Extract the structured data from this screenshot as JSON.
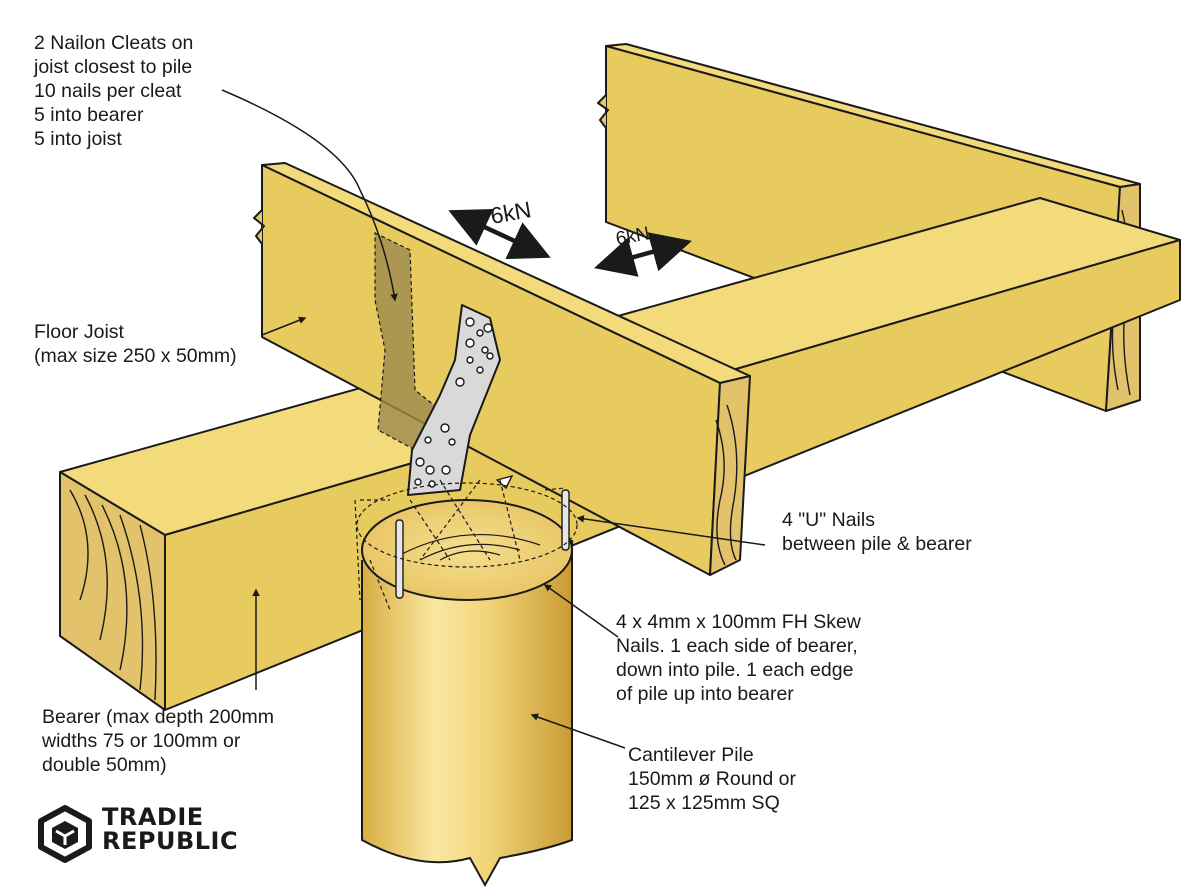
{
  "labels": {
    "cleats": [
      "2 Nailon Cleats on",
      "joist closest to pile",
      "10 nails per cleat",
      "5 into bearer",
      "5 into joist"
    ],
    "joist": [
      "Floor Joist",
      "(max size 250 x 50mm)"
    ],
    "u_nails": [
      "4 \"U\" Nails",
      "between pile & bearer"
    ],
    "skew_nails": [
      "4 x 4mm x 100mm FH Skew",
      "Nails. 1 each side of bearer,",
      "down into pile. 1 each edge",
      "of pile up into bearer"
    ],
    "bearer": [
      "Bearer (max depth 200mm",
      "widths 75 or 100mm or",
      "double 50mm)"
    ],
    "pile": [
      "Cantilever Pile",
      "150mm ø Round or",
      "125 x 125mm SQ"
    ]
  },
  "loads": {
    "load1": "6kN",
    "load2": "6kN"
  },
  "logo": {
    "line1": "TRADIE",
    "line2": "REPUBLIC"
  },
  "colors": {
    "timber_top": "#f3db7c",
    "timber_side": "#e8cb5e",
    "timber_dark": "#d9b748",
    "end_grain": "#e2c26a",
    "pile_light": "#fbe6a0",
    "pile_dark": "#cfa33c",
    "cleat_shadow": "#9c8a4e",
    "plate": "#d9d9d9",
    "outline": "#1a1a1a"
  }
}
